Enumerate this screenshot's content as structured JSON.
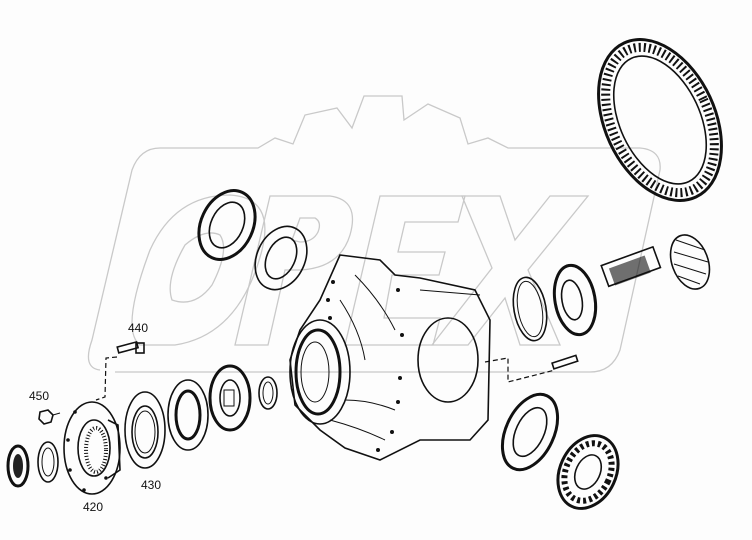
{
  "diagram": {
    "type": "exploded-parts-diagram",
    "subject": "axle differential housing assembly",
    "watermark": {
      "text": "OPEX",
      "color": "#c9c9c9"
    },
    "colors": {
      "ink": "#111111",
      "background": "#fdfdfd"
    },
    "callouts": [
      {
        "id": "440",
        "label": "440",
        "part": "bolt"
      },
      {
        "id": "450",
        "label": "450",
        "part": "nut"
      },
      {
        "id": "420",
        "label": "420",
        "part": "flange"
      },
      {
        "id": "430",
        "label": "430",
        "part": "seal"
      }
    ],
    "parts": [
      "ring-gear",
      "pinion-shaft",
      "differential-housing",
      "seal-ring-upper",
      "bearing-upper",
      "o-ring-right",
      "tapered-bearing-right",
      "pin-right",
      "bearing-lower-right",
      "thrust-bearing",
      "bearing-left-1",
      "seal-left-2",
      "small-seal",
      "washer",
      "lock-nut"
    ]
  }
}
